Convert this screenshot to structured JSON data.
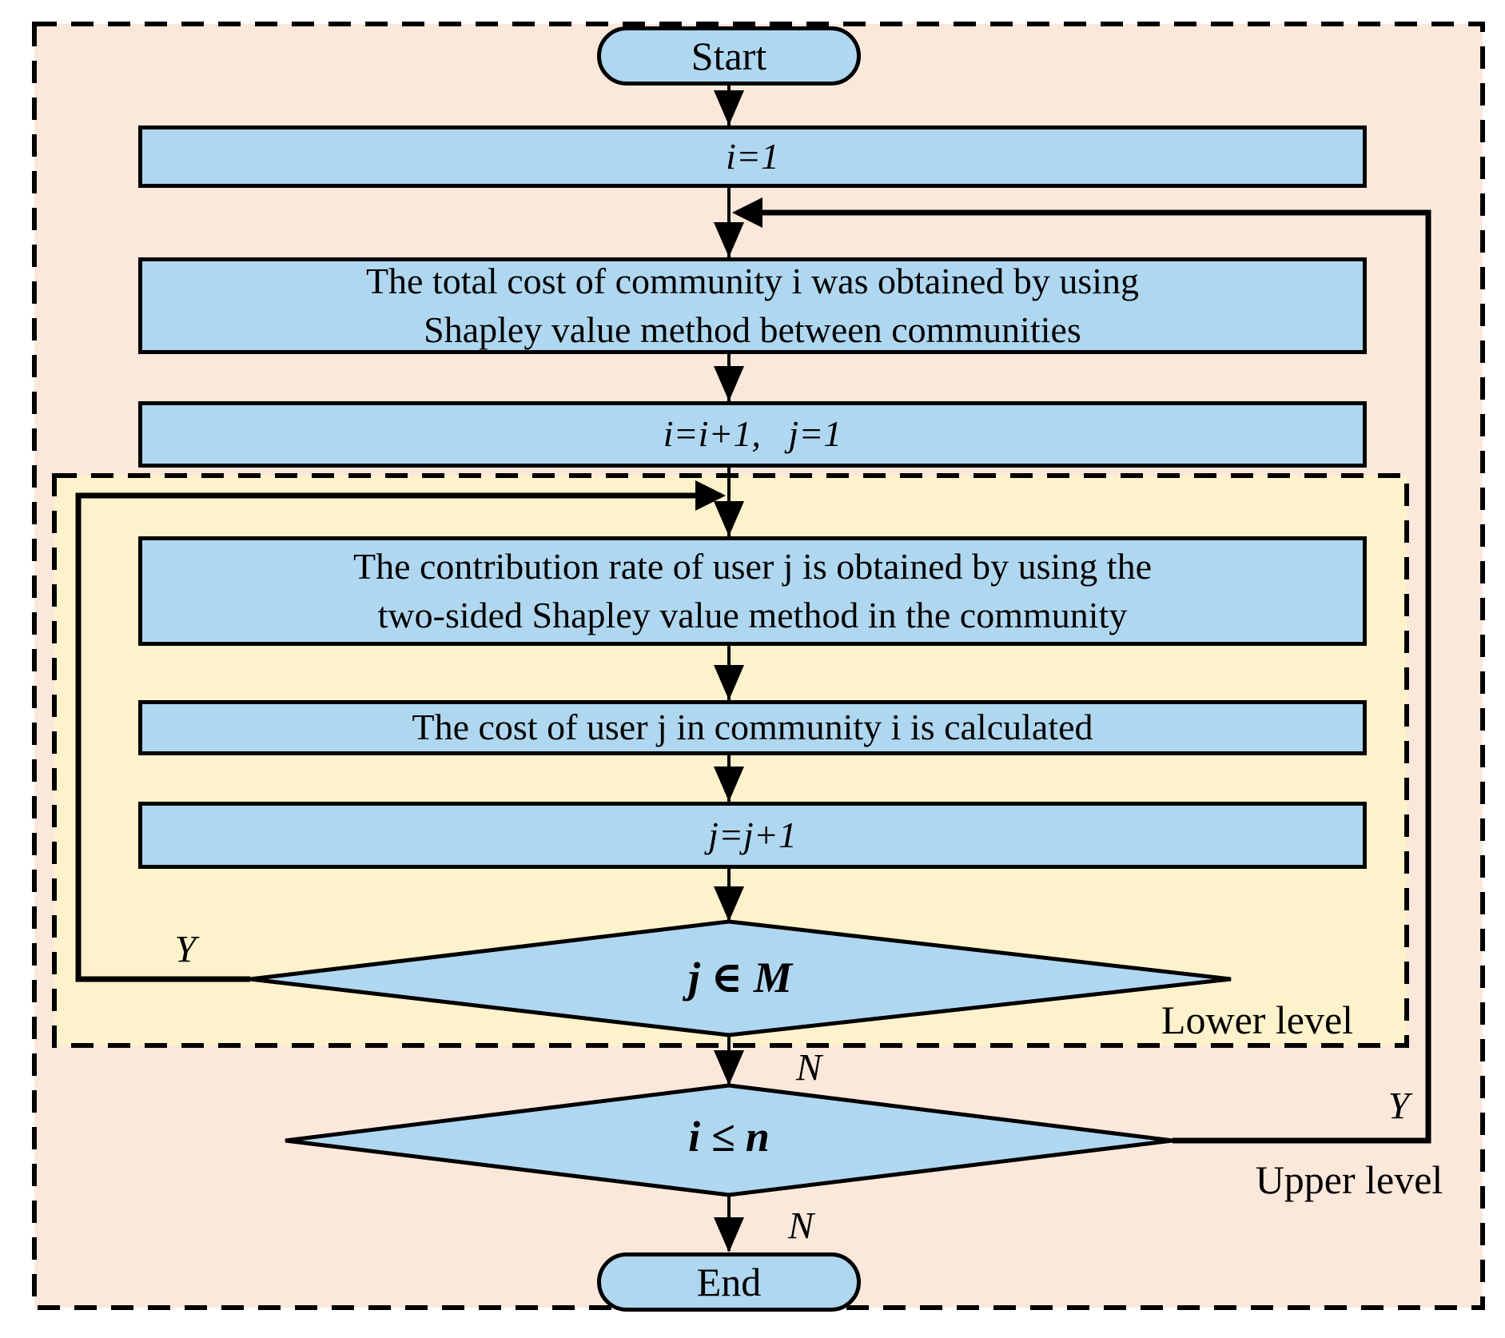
{
  "colors": {
    "outer_fill": "#fce8da",
    "inner_fill": "#fdf2cb",
    "node_fill": "#b0d7f0",
    "line": "#000000"
  },
  "nodes": {
    "start": {
      "label": "Start"
    },
    "init_i": {
      "label": "i=1"
    },
    "total_cost": {
      "line1": "The total cost of community i was obtained by using",
      "line2": "Shapley value method between communities"
    },
    "increment_i": {
      "label": "i=i+1,   j=1"
    },
    "contribution_rate": {
      "line1": "The contribution rate of user j is obtained by using the",
      "line2": "two-sided Shapley value method in the community"
    },
    "user_cost": {
      "label": "The cost of user j in community i is calculated"
    },
    "increment_j": {
      "label": "j=j+1"
    },
    "decision_j_in_M": {
      "label": "j ∈ M"
    },
    "decision_i_le_n": {
      "label": "i ≤ n"
    },
    "end": {
      "label": "End"
    }
  },
  "branch_labels": {
    "j_in_M_yes": "Y",
    "j_in_M_no": "N",
    "i_le_n_yes": "Y",
    "i_le_n_no": "N"
  },
  "region_labels": {
    "lower": "Lower level",
    "upper": "Upper level"
  }
}
